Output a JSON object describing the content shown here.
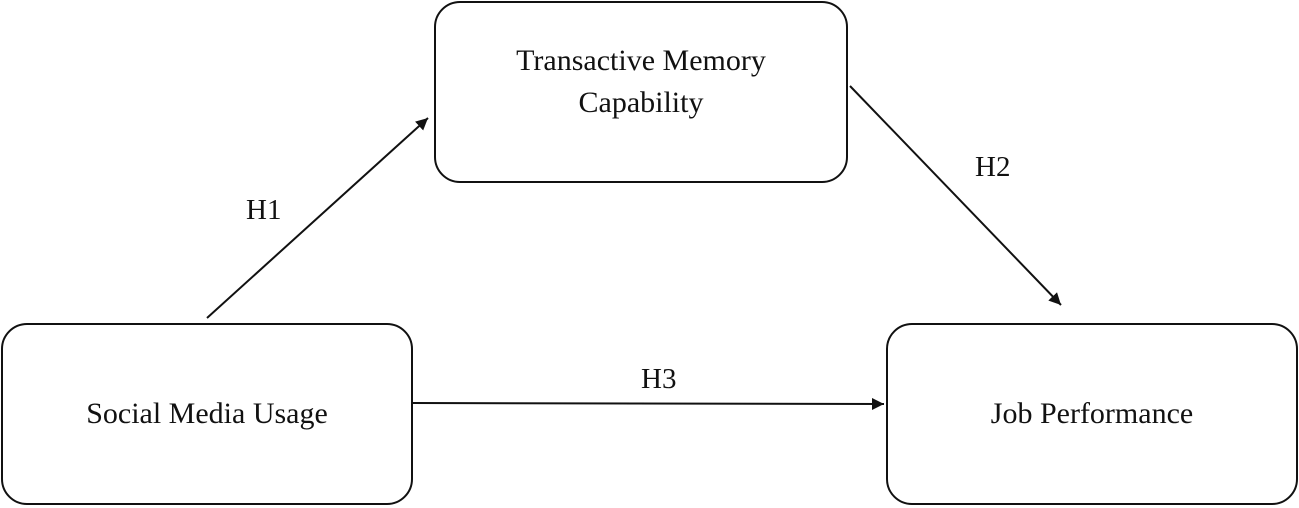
{
  "nodes": {
    "transactive_memory": {
      "line1": "Transactive Memory",
      "line2": "Capability"
    },
    "social_media": {
      "label": "Social Media Usage"
    },
    "job_performance": {
      "label": "Job Performance"
    }
  },
  "edges": {
    "h1": {
      "label": "H1",
      "from": "Social Media Usage",
      "to": "Transactive Memory Capability"
    },
    "h2": {
      "label": "H2",
      "from": "Transactive Memory Capability",
      "to": "Job Performance"
    },
    "h3": {
      "label": "H3",
      "from": "Social Media Usage",
      "to": "Job Performance"
    }
  },
  "colors": {
    "stroke": "#111111",
    "background": "#ffffff"
  }
}
